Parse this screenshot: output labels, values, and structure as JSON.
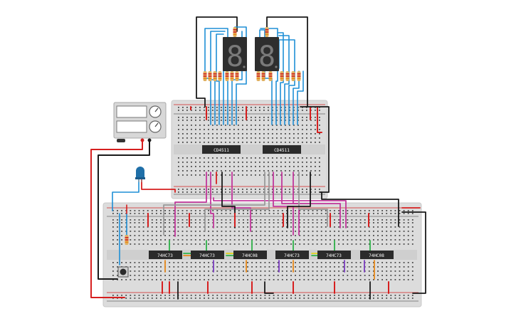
{
  "canvas": {
    "background": "#ffffff"
  },
  "colors": {
    "board": "#dcdcdc",
    "board_edge": "#c9c9c9",
    "hole": "#4a4a4a",
    "rail_red": "#d22020",
    "rail_blue": "#2a2a2a",
    "chip": "#2b2b2b",
    "chip_text": "#ffffff",
    "display_body": "#2e2e2e",
    "segment_off": "#7a7a7a",
    "psu_body": "#d8d8d8",
    "wire_cyan": "#1f8fd6",
    "wire_magenta": "#c2379c",
    "wire_red": "#d61f1f",
    "wire_black": "#1a1a1a",
    "wire_gray": "#9a9a9a",
    "wire_green": "#2fb24a",
    "wire_orange": "#e8891a",
    "wire_purple": "#7a3bbf",
    "wire_yellow": "#e3d21a",
    "led_blue": "#1f6fa8"
  },
  "chips": {
    "top": [
      {
        "label": "CD4511"
      },
      {
        "label": "CD4511"
      }
    ],
    "bottom": [
      {
        "label": "74HC73"
      },
      {
        "label": "74HC73"
      },
      {
        "label": "74HC08"
      },
      {
        "label": "74HC73"
      },
      {
        "label": "74HC73"
      },
      {
        "label": "74HC08"
      }
    ]
  },
  "displays": [
    {
      "digit": "8"
    },
    {
      "digit": "8"
    }
  ],
  "icons": {
    "seven_segment": "seven-segment-display-icon",
    "power_supply": "dc-power-supply-icon",
    "led": "blue-led-icon",
    "button": "push-button-icon",
    "resistor": "resistor-icon"
  }
}
